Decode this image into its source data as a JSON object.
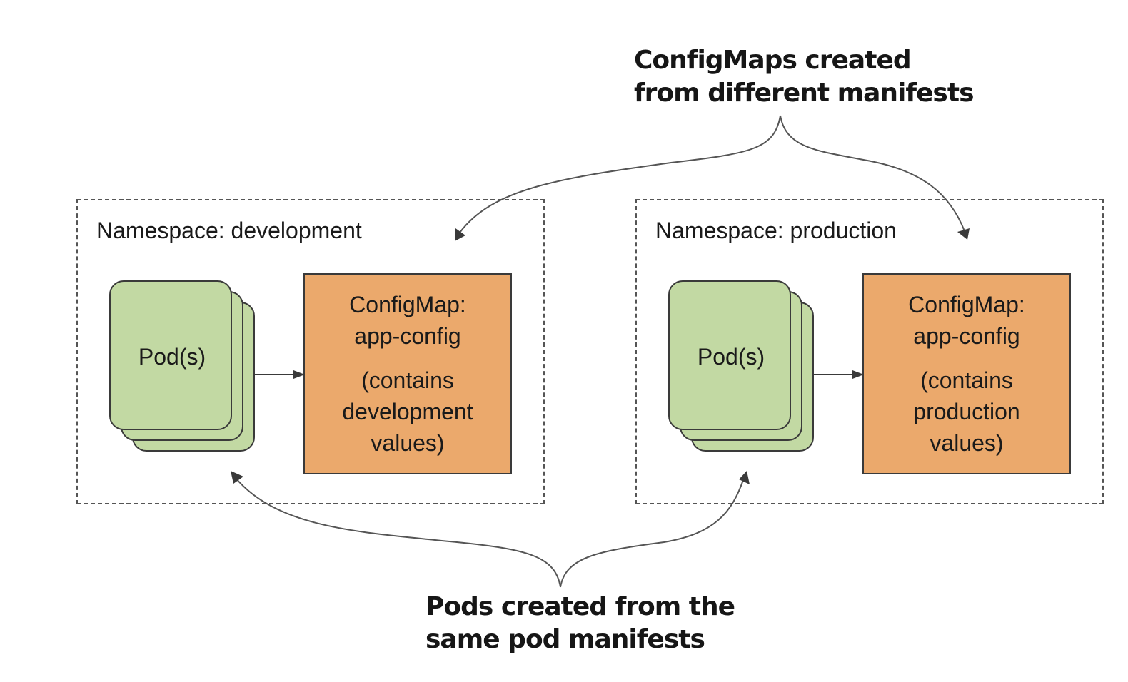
{
  "annotations": {
    "top": [
      "ConfigMaps created",
      "from different manifests"
    ],
    "bottom": [
      "Pods created from the",
      "same pod manifests"
    ]
  },
  "namespaces": [
    {
      "label": "Namespace: development",
      "pods_label": "Pod(s)",
      "configmap": {
        "title": "ConfigMap:",
        "name": "app-config",
        "description": [
          "(contains",
          "development",
          "values)"
        ]
      }
    },
    {
      "label": "Namespace: production",
      "pods_label": "Pod(s)",
      "configmap": {
        "title": "ConfigMap:",
        "name": "app-config",
        "description": [
          "(contains",
          "production",
          "values)"
        ]
      }
    }
  ],
  "colors": {
    "pod_fill": "#c2d9a3",
    "configmap_fill": "#eba96c",
    "border": "#3a3a3a",
    "connector": "#555555"
  }
}
